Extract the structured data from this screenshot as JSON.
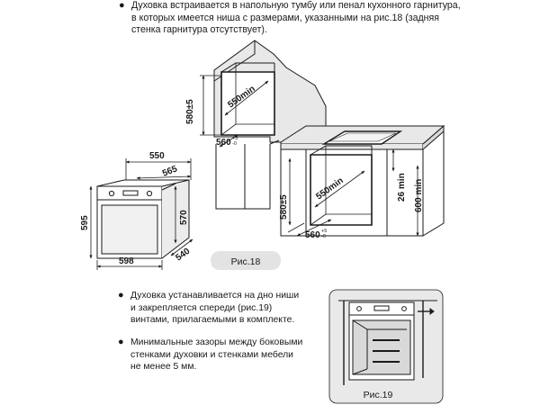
{
  "intro": {
    "lines": [
      "Духовка встраивается в напольную тумбу или пенал кухонного гарнитура,",
      "в которых имеется ниша с размерами, указанными на рис.18 (задняя",
      "стенка гарнитура отсутствует)."
    ]
  },
  "fig18": {
    "caption": "Рис.18",
    "tall_niche_width": "550min",
    "tall_niche_height": "580±5",
    "tall_niche_depth": "560",
    "tall_niche_depth_tol": "+5\n-0",
    "base_niche_width": "550min",
    "base_niche_height": "580±5",
    "base_niche_depth": "560",
    "base_niche_depth_tol": "+5\n-0",
    "top_gap": "26 min",
    "base_height": "600 min"
  },
  "oven_dims": {
    "outer_width": "550",
    "inner_width": "565",
    "height": "595",
    "body_height": "570",
    "depth": "540",
    "front_width": "598"
  },
  "mount_text": {
    "lines": [
      "Духовка устанавливается на дно ниши",
      "и закрепляется  спереди (рис.19)",
      "винтами, прилагаемыми в комплекте."
    ]
  },
  "gap_text": {
    "lines": [
      "Минимальные зазоры между боковыми",
      "стенками духовки и стенками мебели",
      "не менее 5 мм."
    ]
  },
  "fig19": {
    "caption": "Рис.19"
  },
  "colors": {
    "shade": "#e8e8e8",
    "dark": "#1a1a1a",
    "caption_bg": "#e3e3e3"
  }
}
